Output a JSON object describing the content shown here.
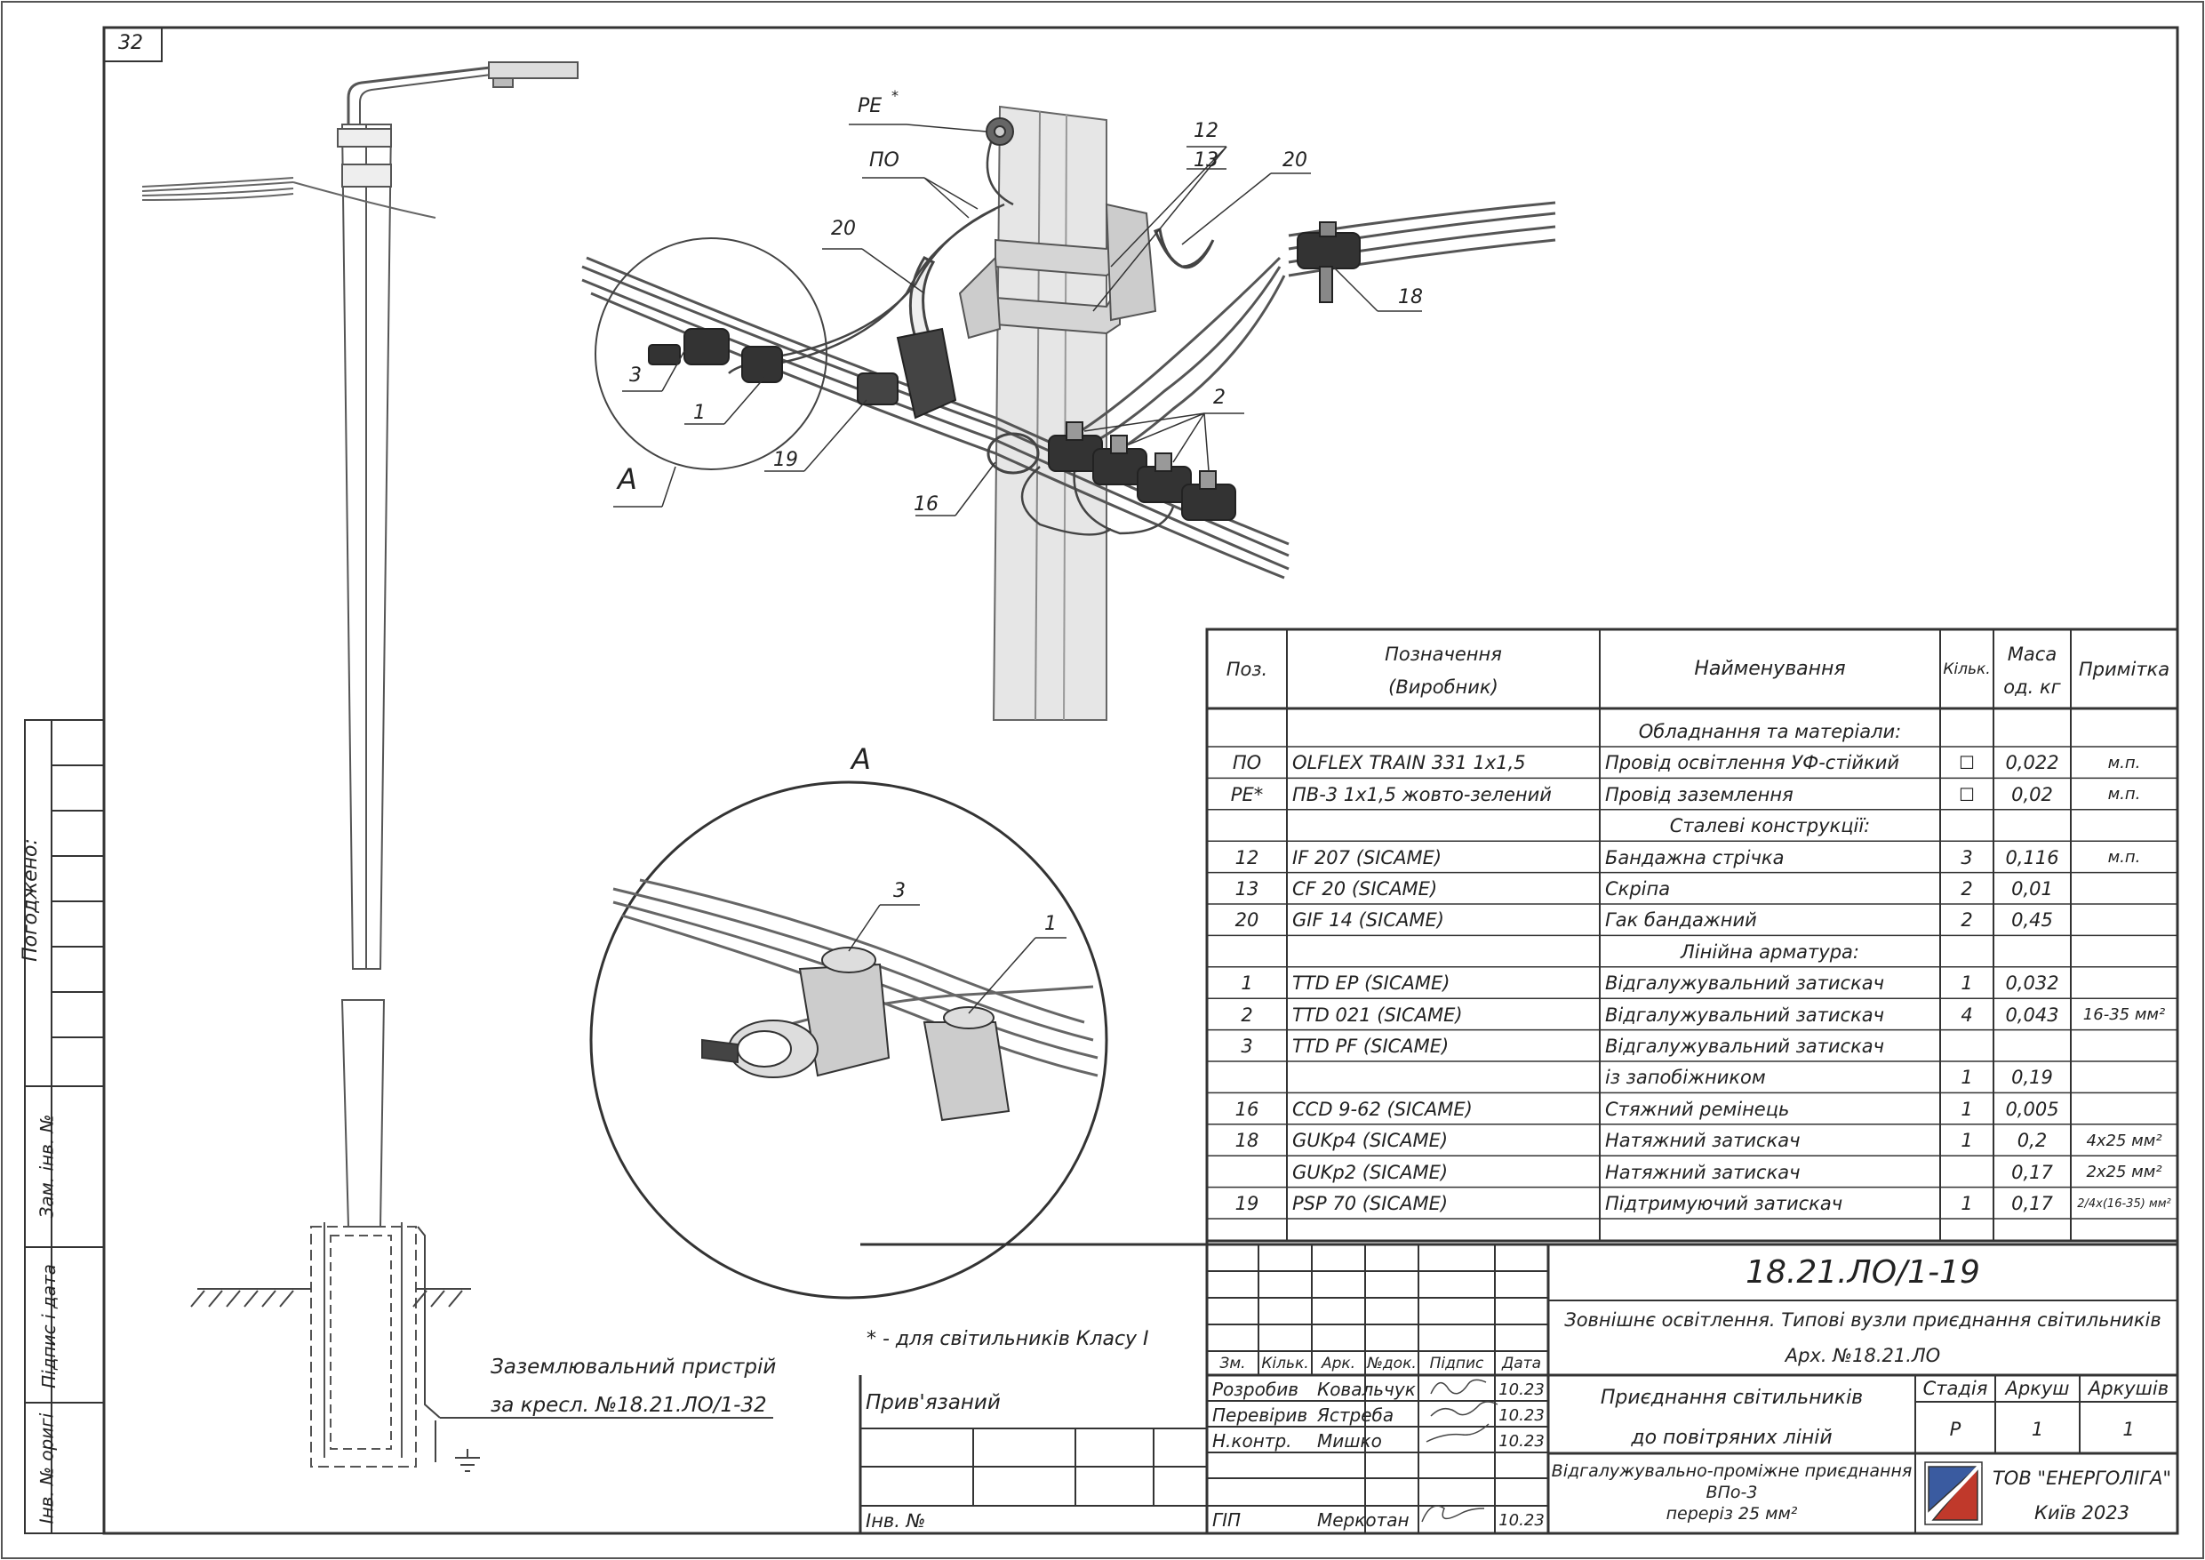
{
  "sheet_no": "32",
  "side_stamp": {
    "agreed": "Погоджено:",
    "replace_inv": "Зам. інв. №",
    "sign_date": "Підпис і дата",
    "inv_orig": "Інв. № оригі"
  },
  "callouts": {
    "pe": "PE",
    "pe_star": "*",
    "po": "ПО",
    "n12": "12",
    "n13": "13",
    "n20a": "20",
    "n20b": "20",
    "n18": "18",
    "n3": "3",
    "n1": "1",
    "n19": "19",
    "n16": "16",
    "n2": "2",
    "viewA": "А",
    "detailA": "А",
    "detail3": "3",
    "detail1": "1"
  },
  "grounding_note": {
    "line1": "Заземлювальний пристрій",
    "line2": "за кресл. №18.21.ЛО/1-32"
  },
  "footnote": "* - для світильників Класу І",
  "spec_table": {
    "headers": {
      "pos": "Поз.",
      "designation": "Позначення",
      "designation2": "(Виробник)",
      "name": "Найменування",
      "qty": "Кільк.",
      "mass": "Маса",
      "mass2": "од. кг",
      "note": "Примітка"
    },
    "rows": [
      {
        "pos": "",
        "des": "",
        "name": "Обладнання та матеріали:",
        "qty": "",
        "mass": "",
        "note": "",
        "section": true
      },
      {
        "pos": "ПО",
        "des": "OLFLEX TRAIN 331 1x1,5",
        "name": "Провід освітлення УФ-стійкий",
        "qty": "☐",
        "mass": "0,022",
        "note": "м.п."
      },
      {
        "pos": "PE*",
        "des": "ПВ-3 1x1,5 жовто-зелений",
        "name": "Провід заземлення",
        "qty": "☐",
        "mass": "0,02",
        "note": "м.п."
      },
      {
        "pos": "",
        "des": "",
        "name": "Сталеві конструкції:",
        "qty": "",
        "mass": "",
        "note": "",
        "section": true
      },
      {
        "pos": "12",
        "des": "IF 207  (SICAME)",
        "name": "Бандажна стрічка",
        "qty": "3",
        "mass": "0,116",
        "note": "м.п."
      },
      {
        "pos": "13",
        "des": "CF 20  (SICAME)",
        "name": "Скріпа",
        "qty": "2",
        "mass": "0,01",
        "note": ""
      },
      {
        "pos": "20",
        "des": "GIF 14  (SICAME)",
        "name": "Гак бандажний",
        "qty": "2",
        "mass": "0,45",
        "note": ""
      },
      {
        "pos": "",
        "des": "",
        "name": "Лінійна арматура:",
        "qty": "",
        "mass": "",
        "note": "",
        "section": true
      },
      {
        "pos": "1",
        "des": "TTD EP  (SICAME)",
        "name": "Відгалужувальний затискач",
        "qty": "1",
        "mass": "0,032",
        "note": ""
      },
      {
        "pos": "2",
        "des": "TTD 021  (SICAME)",
        "name": "Відгалужувальний затискач",
        "qty": "4",
        "mass": "0,043",
        "note": "16-35 мм²"
      },
      {
        "pos": "3",
        "des": "TTD PF  (SICAME)",
        "name": "Відгалужувальний затискач",
        "qty": "",
        "mass": "",
        "note": ""
      },
      {
        "pos": "",
        "des": "",
        "name": "із запобіжником",
        "qty": "1",
        "mass": "0,19",
        "note": ""
      },
      {
        "pos": "16",
        "des": "CCD 9-62  (SICAME)",
        "name": "Стяжний ремінець",
        "qty": "1",
        "mass": "0,005",
        "note": ""
      },
      {
        "pos": "18",
        "des": "GUKp4  (SICAME)",
        "name": "Натяжний затискач",
        "qty": "1",
        "mass": "0,2",
        "note": "4x25 мм²"
      },
      {
        "pos": "",
        "des": "GUKp2  (SICAME)",
        "name": "Натяжний затискач",
        "qty": "",
        "mass": "0,17",
        "note": "2x25 мм²"
      },
      {
        "pos": "19",
        "des": "PSP 70  (SICAME)",
        "name": "Підтримуючий затискач",
        "qty": "1",
        "mass": "0,17",
        "note": "2/4x(16-35) мм²"
      }
    ]
  },
  "title_block": {
    "doc_code": "18.21.ЛО/1-19",
    "project": "Зовнішнє освітлення. Типові вузли приєднання світильників",
    "archive": "Арх. №18.21.ЛО",
    "sheet_title_1": "Приєднання світильників",
    "sheet_title_2": "до повітряних ліній",
    "drawing_name_1": "Відгалужувально-проміжне приєднання",
    "drawing_name_2": "ВПо-3",
    "drawing_name_3": "переріз 25 мм²",
    "stage_h": "Стадія",
    "sheet_h": "Аркуш",
    "sheets_h": "Аркушів",
    "stage": "Р",
    "sheet": "1",
    "sheets": "1",
    "company": "ТОВ \"ЕНЕРГОЛІГА\"",
    "city_year": "Київ 2023",
    "linked": "Прив'язаний",
    "inv_no": "Інв. №",
    "cols": {
      "zm": "Зм.",
      "kilk": "Кільк.",
      "ark": "Арк.",
      "ndok": "№док.",
      "pidpys": "Підпис",
      "data": "Дата"
    },
    "people": [
      {
        "role": "Розробив",
        "name": "Ковальчук",
        "date": "10.23"
      },
      {
        "role": "Перевірив",
        "name": "Ястреба",
        "date": "10.23"
      },
      {
        "role": "Н.контр.",
        "name": "Мишко",
        "date": "10.23"
      },
      {
        "role": "ГІП",
        "name": "Меркотан",
        "date": "10.23"
      }
    ]
  }
}
